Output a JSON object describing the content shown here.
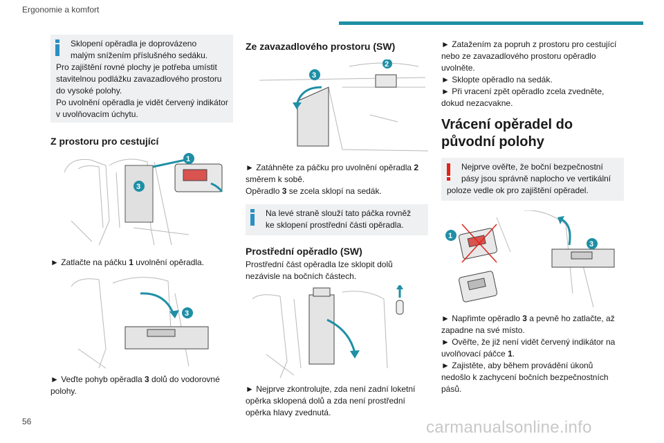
{
  "header": {
    "title": "Ergonomie a komfort"
  },
  "footer": {
    "page_number": "56",
    "watermark": "carmanualsonline.info"
  },
  "col1": {
    "note_first": "Sklopení opěradla je doprovázeno",
    "note_second": "malým snížením příslušného sedáku.",
    "note_rest1": "Pro zajištění rovné plochy je potřeba umístit stavitelnou podlážku zavazadlového prostoru do vysoké polohy.",
    "note_rest2": "Po uvolnění opěradla je vidět červený indikátor v uvolňovacím úchytu.",
    "heading": "Z prostoru pro cestující",
    "step1_pre": "► Zatlačte na páčku ",
    "step1_num": "1",
    "step1_post": " uvolnění opěradla.",
    "step2_pre": "► Veďte pohyb opěradla ",
    "step2_num": "3",
    "step2_post": " dolů do vodorovné polohy."
  },
  "col2": {
    "heading": "Ze zavazadlového prostoru (SW)",
    "step_pre": "► Zatáhněte za páčku pro uvolnění opěradla ",
    "step_num1": "2",
    "step_mid": " směrem k sobě.",
    "step_line2_pre": "Opěradlo ",
    "step_num2": "3",
    "step_line2_post": " se zcela sklopí na sedák.",
    "note_first": "Na levé straně slouží tato páčka rovněž",
    "note_second": "ke sklopení prostřední části opěradla.",
    "heading2": "Prostřední opěradlo (SW)",
    "para": "Prostřední část opěradla lze sklopit dolů nezávisle na bočních částech.",
    "step3": "► Nejprve zkontrolujte, zda není zadní loketní opěrka sklopená dolů a zda není prostřední opěrka hlavy zvednutá."
  },
  "col3": {
    "intro1": "► Zatažením za popruh z prostoru pro cestující nebo ze zavazadlového prostoru opěradlo uvolněte.",
    "intro2": "► Sklopte opěradlo na sedák.",
    "intro3": "► Při vracení zpět opěradlo zcela zvedněte, dokud nezacvakne.",
    "heading": "Vrácení opěradel do původní polohy",
    "warn_first": "Nejprve ověřte, že boční bezpečnostní",
    "warn_second": "pásy jsou správně naplocho ve vertikální",
    "warn_rest": "poloze vedle ok pro zajištění opěradel.",
    "step1_pre": "► Napřimte opěradlo ",
    "step1_num": "3",
    "step1_post": " a pevně ho zatlačte, až zapadne na své místo.",
    "step2_pre": "► Ověřte, že již není vidět červený indikátor na uvolňovací páčce ",
    "step2_num": "1",
    "step2_post": ".",
    "step3": "► Zajistěte, aby během provádění úkonů nedošlo k zachycení bočních bezpečnostních pásů."
  },
  "figures": {
    "fig1": {
      "badges": [
        "1",
        "3"
      ]
    },
    "fig2": {
      "badges": [
        "3"
      ]
    },
    "fig3": {
      "badges": [
        "3",
        "2"
      ]
    },
    "fig4": {
      "badges": []
    },
    "fig5": {
      "badges": [
        "1",
        "3"
      ]
    }
  },
  "colors": {
    "accent": "#1e8fa5",
    "info": "#2b8fc4",
    "warning": "#e2231a",
    "note_bg": "#eef0f1"
  }
}
